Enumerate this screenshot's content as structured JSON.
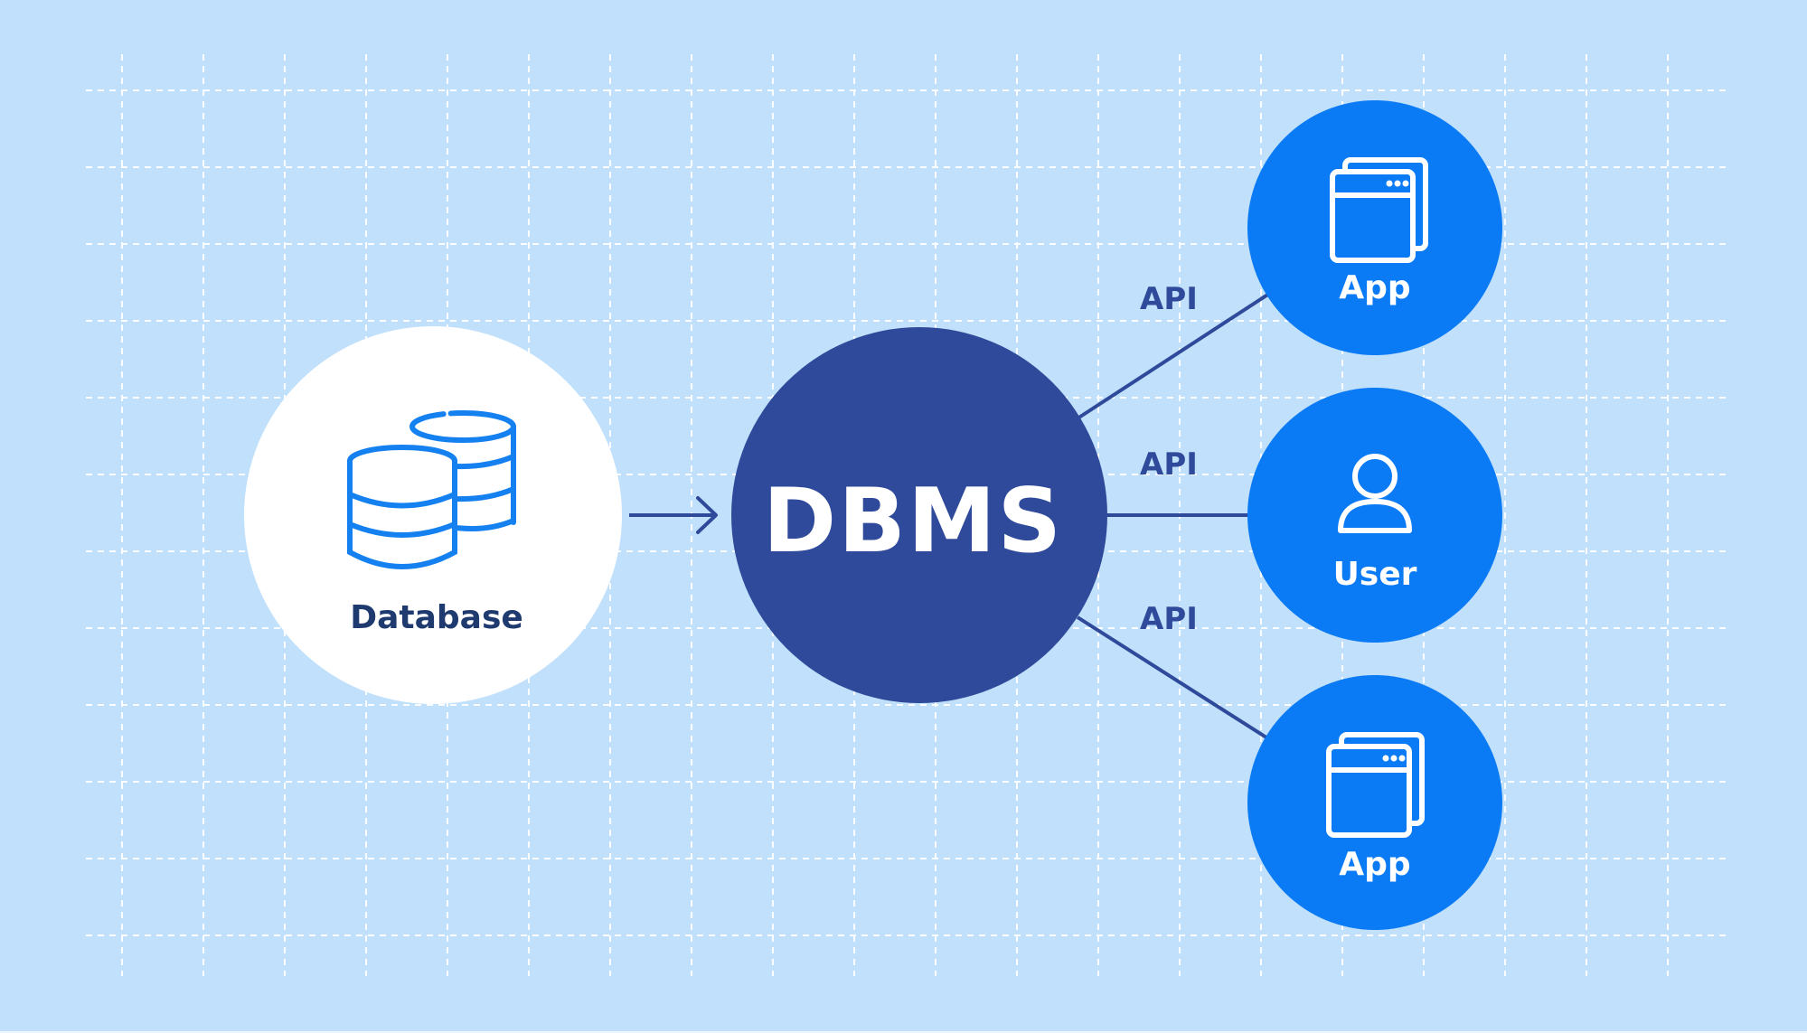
{
  "nodes": {
    "database": {
      "label": "Database",
      "icon": "database-stack-icon"
    },
    "dbms": {
      "label": "DBMS"
    },
    "app_top": {
      "label": "App",
      "icon": "app-windows-icon"
    },
    "user": {
      "label": "User",
      "icon": "user-icon"
    },
    "app_bottom": {
      "label": "App",
      "icon": "app-windows-icon"
    }
  },
  "edges": [
    {
      "from": "database",
      "to": "dbms",
      "label": ""
    },
    {
      "from": "dbms",
      "to": "app_top",
      "label": "API"
    },
    {
      "from": "dbms",
      "to": "user",
      "label": "API"
    },
    {
      "from": "dbms",
      "to": "app_bottom",
      "label": "API"
    }
  ],
  "colors": {
    "background": "#c0e0fb",
    "grid": "#ffffff",
    "database_node": "#ffffff",
    "dbms_node": "#2f4a9a",
    "client_nodes": "#0a7af5",
    "icon_blue": "#1580f0",
    "connector": "#2f4a9a"
  }
}
